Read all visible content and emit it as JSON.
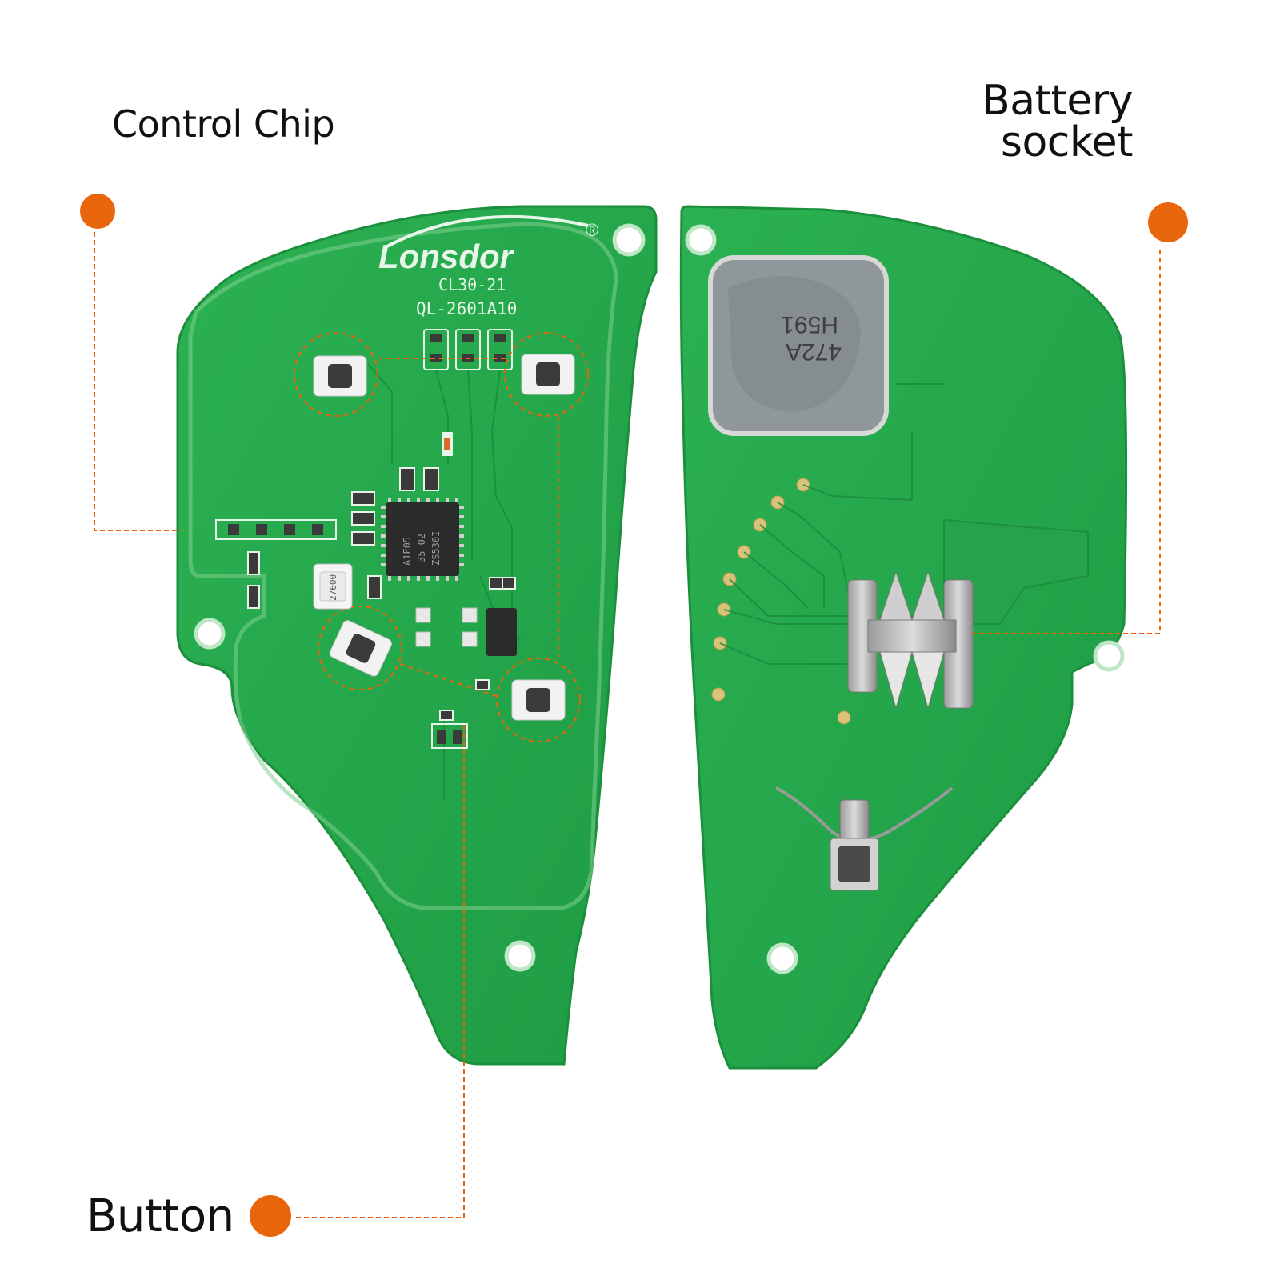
{
  "callouts": {
    "control_chip": "Control Chip",
    "battery_socket_line1": "Battery",
    "battery_socket_line2": "socket",
    "button": "Button"
  },
  "board": {
    "brand": "Lonsdor",
    "registered_mark": "®",
    "model_line1": "CL30-21",
    "model_line2": "QL-2601A10",
    "chip_marking_line1": "A1E05",
    "chip_marking_line2": "35 02",
    "chip_marking_line3": "ZS530I",
    "crystal_marking": "27600",
    "component_marking_line1": "472A",
    "component_marking_line2": "H591"
  },
  "colors": {
    "callout_accent": "#e8650c",
    "pcb_green": "#23a84a",
    "pcb_edge": "#1b8f3c",
    "silkscreen": "#e8f6ea",
    "background": "#ffffff"
  }
}
